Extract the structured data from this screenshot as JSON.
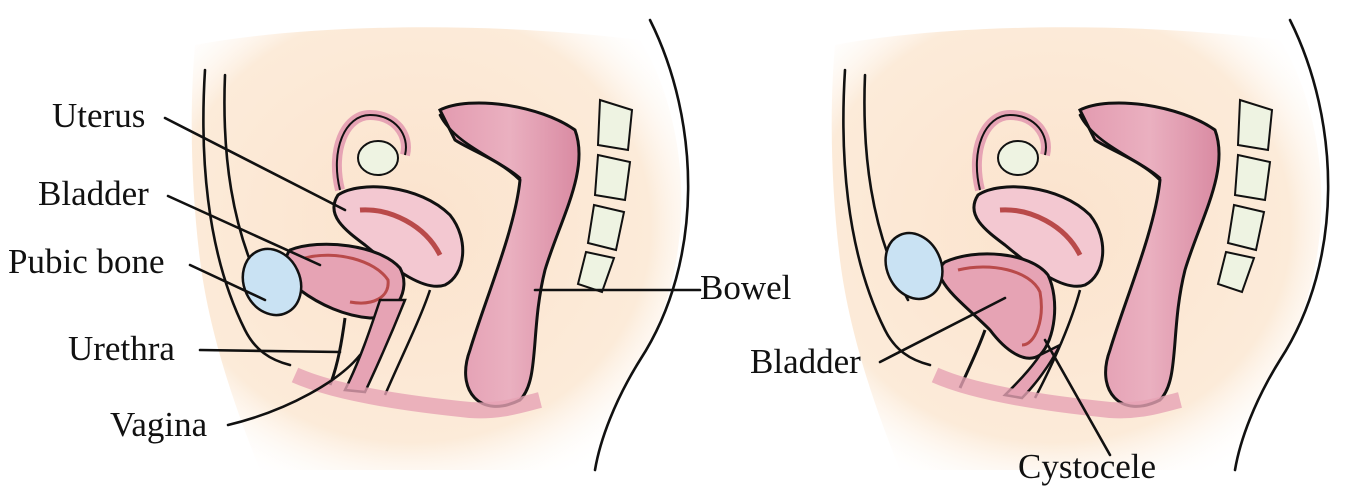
{
  "panels": [
    {
      "id": "normal",
      "labels": {
        "uterus": "Uterus",
        "bladder": "Bladder",
        "pubic_bone": "Pubic bone",
        "urethra": "Urethra",
        "vagina": "Vagina",
        "bowel": "Bowel"
      }
    },
    {
      "id": "cystocele",
      "labels": {
        "bladder": "Bladder",
        "cystocele": "Cystocele"
      }
    }
  ],
  "colors": {
    "skin": "#fbe7d2",
    "organ_pink": "#e6a3b4",
    "organ_light": "#f3c8d1",
    "organ_dark": "#b94a4a",
    "bone": "#c9e2f3",
    "spine": "#eef3e2",
    "outline": "#111111"
  }
}
